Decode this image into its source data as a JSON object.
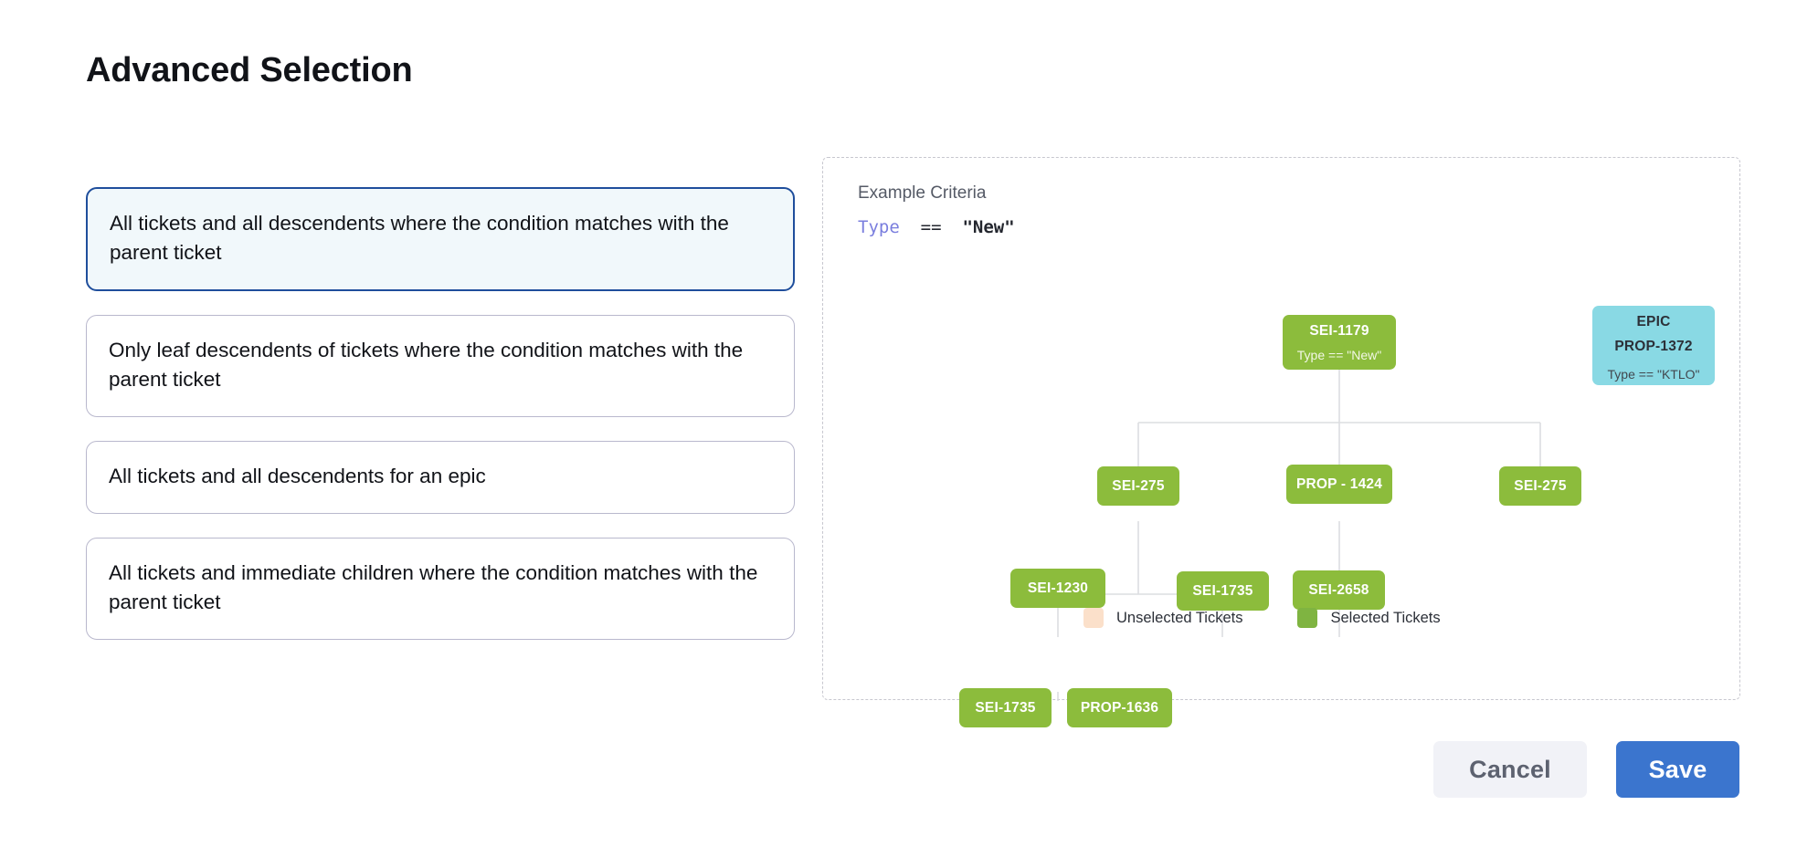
{
  "page": {
    "title": "Advanced Selection"
  },
  "options": {
    "items": [
      {
        "label": "All tickets and all descendents where the condition matches with the parent ticket",
        "selected": true
      },
      {
        "label": "Only leaf descendents of tickets where the condition matches with the parent ticket",
        "selected": false
      },
      {
        "label": "All tickets and all descendents for an epic",
        "selected": false
      },
      {
        "label": "All tickets and immediate children where the condition matches with the parent ticket",
        "selected": false
      }
    ]
  },
  "diagram": {
    "criteria_title": "Example Criteria",
    "criteria": {
      "field": "Type",
      "operator": "==",
      "value": "\"New\""
    },
    "nodes": {
      "root": {
        "id": "SEI-1179",
        "sub": "Type == \"New\""
      },
      "epic": {
        "line1": "EPIC",
        "line2": "PROP-1372",
        "sub": "Type == \"KTLO\""
      },
      "r2c1": {
        "id": "SEI-275"
      },
      "r2c2": {
        "id": "PROP - 1424"
      },
      "r2c3": {
        "id": "SEI-275"
      },
      "r3c1": {
        "id": "SEI-1230"
      },
      "r3c2": {
        "id": "SEI-1735"
      },
      "r3c3": {
        "id": "SEI-2658"
      },
      "r4c1": {
        "id": "SEI-1735"
      },
      "r4c2": {
        "id": "PROP-1636"
      }
    },
    "legend": {
      "unselected_label": "Unselected Tickets",
      "selected_label": "Selected Tickets",
      "unselected_color": "#fbe0ca",
      "selected_color": "#7fb441"
    }
  },
  "footer": {
    "cancel_label": "Cancel",
    "save_label": "Save"
  },
  "colors": {
    "selected_node": "#8cbc3c",
    "epic_node": "#89d9e4",
    "accent_blue": "#3b75ce",
    "selected_card_border": "#1f4e9c",
    "selected_card_bg": "#f1f8fb"
  }
}
